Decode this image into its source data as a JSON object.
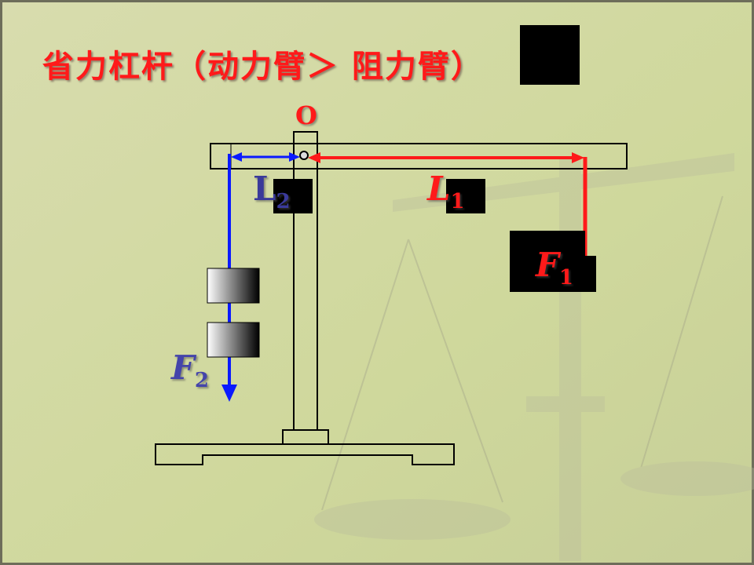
{
  "title": "省力杠杆（动力臂＞ 阻力臂）",
  "labels": {
    "pivot": "O",
    "l2_main": "L",
    "l2_sub": "2",
    "l1_main": "L",
    "l1_sub": "1",
    "f1_main": "F",
    "f1_sub": "1",
    "f2_main": "F",
    "f2_sub": "2"
  },
  "colors": {
    "title": "#ff1a1a",
    "red_arm": "#ff1a1a",
    "blue_arm": "#0a1aff",
    "l2_label": "#3a3a9a",
    "l1_label": "#ff1a1a",
    "f1_label": "#ff1a1a",
    "f2_label": "#4444aa",
    "background": "#cfd6a0"
  }
}
